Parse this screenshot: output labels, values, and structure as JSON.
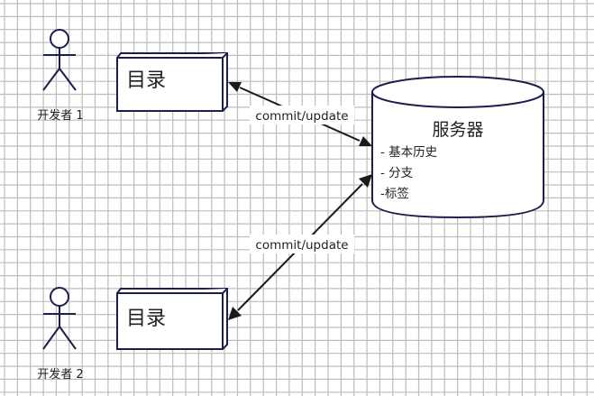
{
  "diagram": {
    "type": "version-control-architecture",
    "grid": {
      "visible": true,
      "color": "#bdbdbd",
      "background": "#ffffff"
    },
    "colors": {
      "shape_stroke": "#1a1f4e",
      "edge": "#1a1a1a",
      "text": "#222222"
    },
    "actors": [
      {
        "id": "dev1",
        "label": "开发者 1"
      },
      {
        "id": "dev2",
        "label": "开发者 2"
      }
    ],
    "directories": [
      {
        "id": "dir1",
        "label": "目录"
      },
      {
        "id": "dir2",
        "label": "目录"
      }
    ],
    "server": {
      "title": "服务器",
      "items": [
        "- 基本历史",
        "- 分支",
        "-标签"
      ]
    },
    "edges": [
      {
        "from": "dir1",
        "to": "server",
        "label": "commit/update",
        "bidirectional": true
      },
      {
        "from": "dir2",
        "to": "server",
        "label": "commit/update",
        "bidirectional": true
      }
    ]
  }
}
